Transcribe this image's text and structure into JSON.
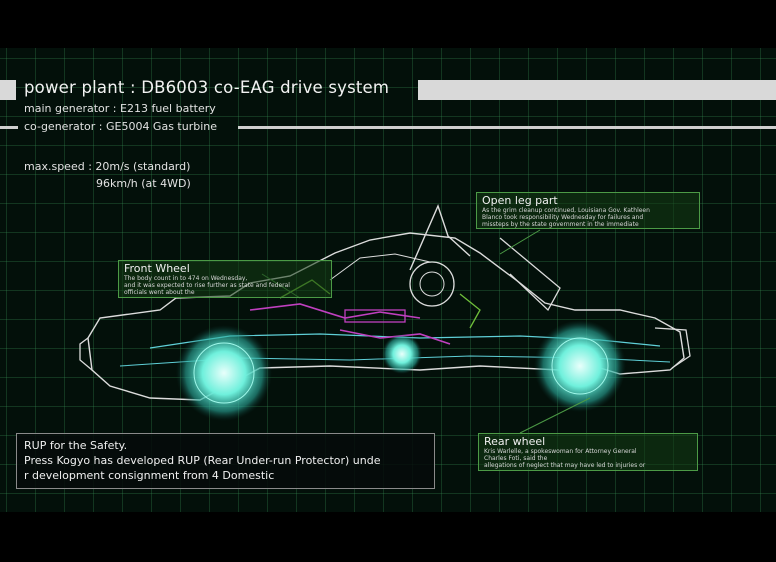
{
  "header": {
    "title": "power plant : DB6003 co-EAG drive system",
    "main_generator": "main generator : E213 fuel battery",
    "co_generator": "co-generator : GE5004 Gas turbine"
  },
  "specs": {
    "max_speed_label": "max.speed : 20m/s (standard)",
    "max_speed_4wd": "96km/h (at 4WD)"
  },
  "callouts": {
    "open_leg": {
      "title": "Open leg part",
      "lines": [
        "As the grim cleanup continued, Louisiana Gov. Kathleen",
        "Blanco took responsibility Wednesday for failures and",
        "missteps by the state government in the immediate"
      ]
    },
    "front_wheel": {
      "title": "Front Wheel",
      "lines": [
        "The body count in  to 474 on Wednesday,",
        "and it was expected to rise further as state and federal",
        "officials went about the"
      ]
    },
    "rear_wheel": {
      "title": "Rear wheel",
      "lines": [
        "Kris Warlelle, a spokeswoman for Attorney General",
        "Charles Foti, said the",
        "allegations of neglect that may have led to injuries or"
      ]
    }
  },
  "notice": {
    "heading": "RUP for the Safety.",
    "line1": "Press Kogyo has developed RUP (Rear Under-run Protector) unde",
    "line2": "r development consignment from 4 Domestic"
  },
  "colors": {
    "grid": "#3c965a",
    "callout_border": "#4c9a46",
    "wheel_glow": "#5fe8d2",
    "outline_white": "#dcdcdc",
    "outline_cyan": "#5fd0d8",
    "accent_magenta": "#c040c0",
    "accent_green": "#6fbf3a"
  }
}
